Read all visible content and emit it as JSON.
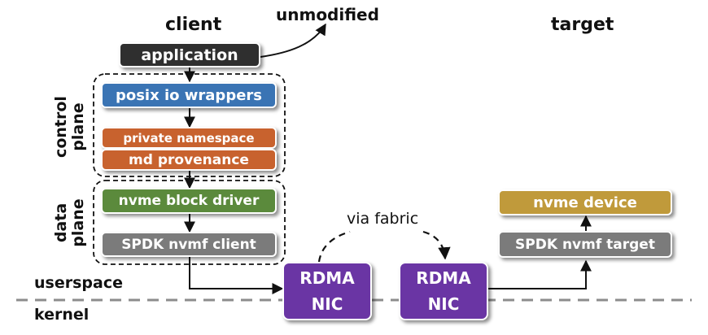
{
  "headers": {
    "client": "client",
    "target": "target"
  },
  "annotations": {
    "unmodified": "unmodified",
    "via_fabric": "via fabric",
    "userspace": "userspace",
    "kernel": "kernel"
  },
  "groups": {
    "control_plane": [
      "control",
      "plane"
    ],
    "data_plane": [
      "data",
      "plane"
    ]
  },
  "boxes": {
    "application": "application",
    "posix_io_wrappers": "posix io wrappers",
    "private_namespace": "private namespace",
    "md_provenance": "md provenance",
    "nvme_block_driver": "nvme block driver",
    "spdk_nvmf_client": "SPDK nvmf client",
    "rdma_nic_client": [
      "RDMA",
      "NIC"
    ],
    "rdma_nic_target": [
      "RDMA",
      "NIC"
    ],
    "spdk_nvmf_target": "SPDK nvmf target",
    "nvme_device": "nvme device"
  },
  "colors": {
    "application": "#2f2f2f",
    "posix": "#3a74b4",
    "metadata": "#c8622e",
    "driver": "#5b8a3c",
    "spdk": "#7b7b7b",
    "device": "#c09a3b",
    "nic": "#6a35a4",
    "divider": "#8c8c8c"
  }
}
